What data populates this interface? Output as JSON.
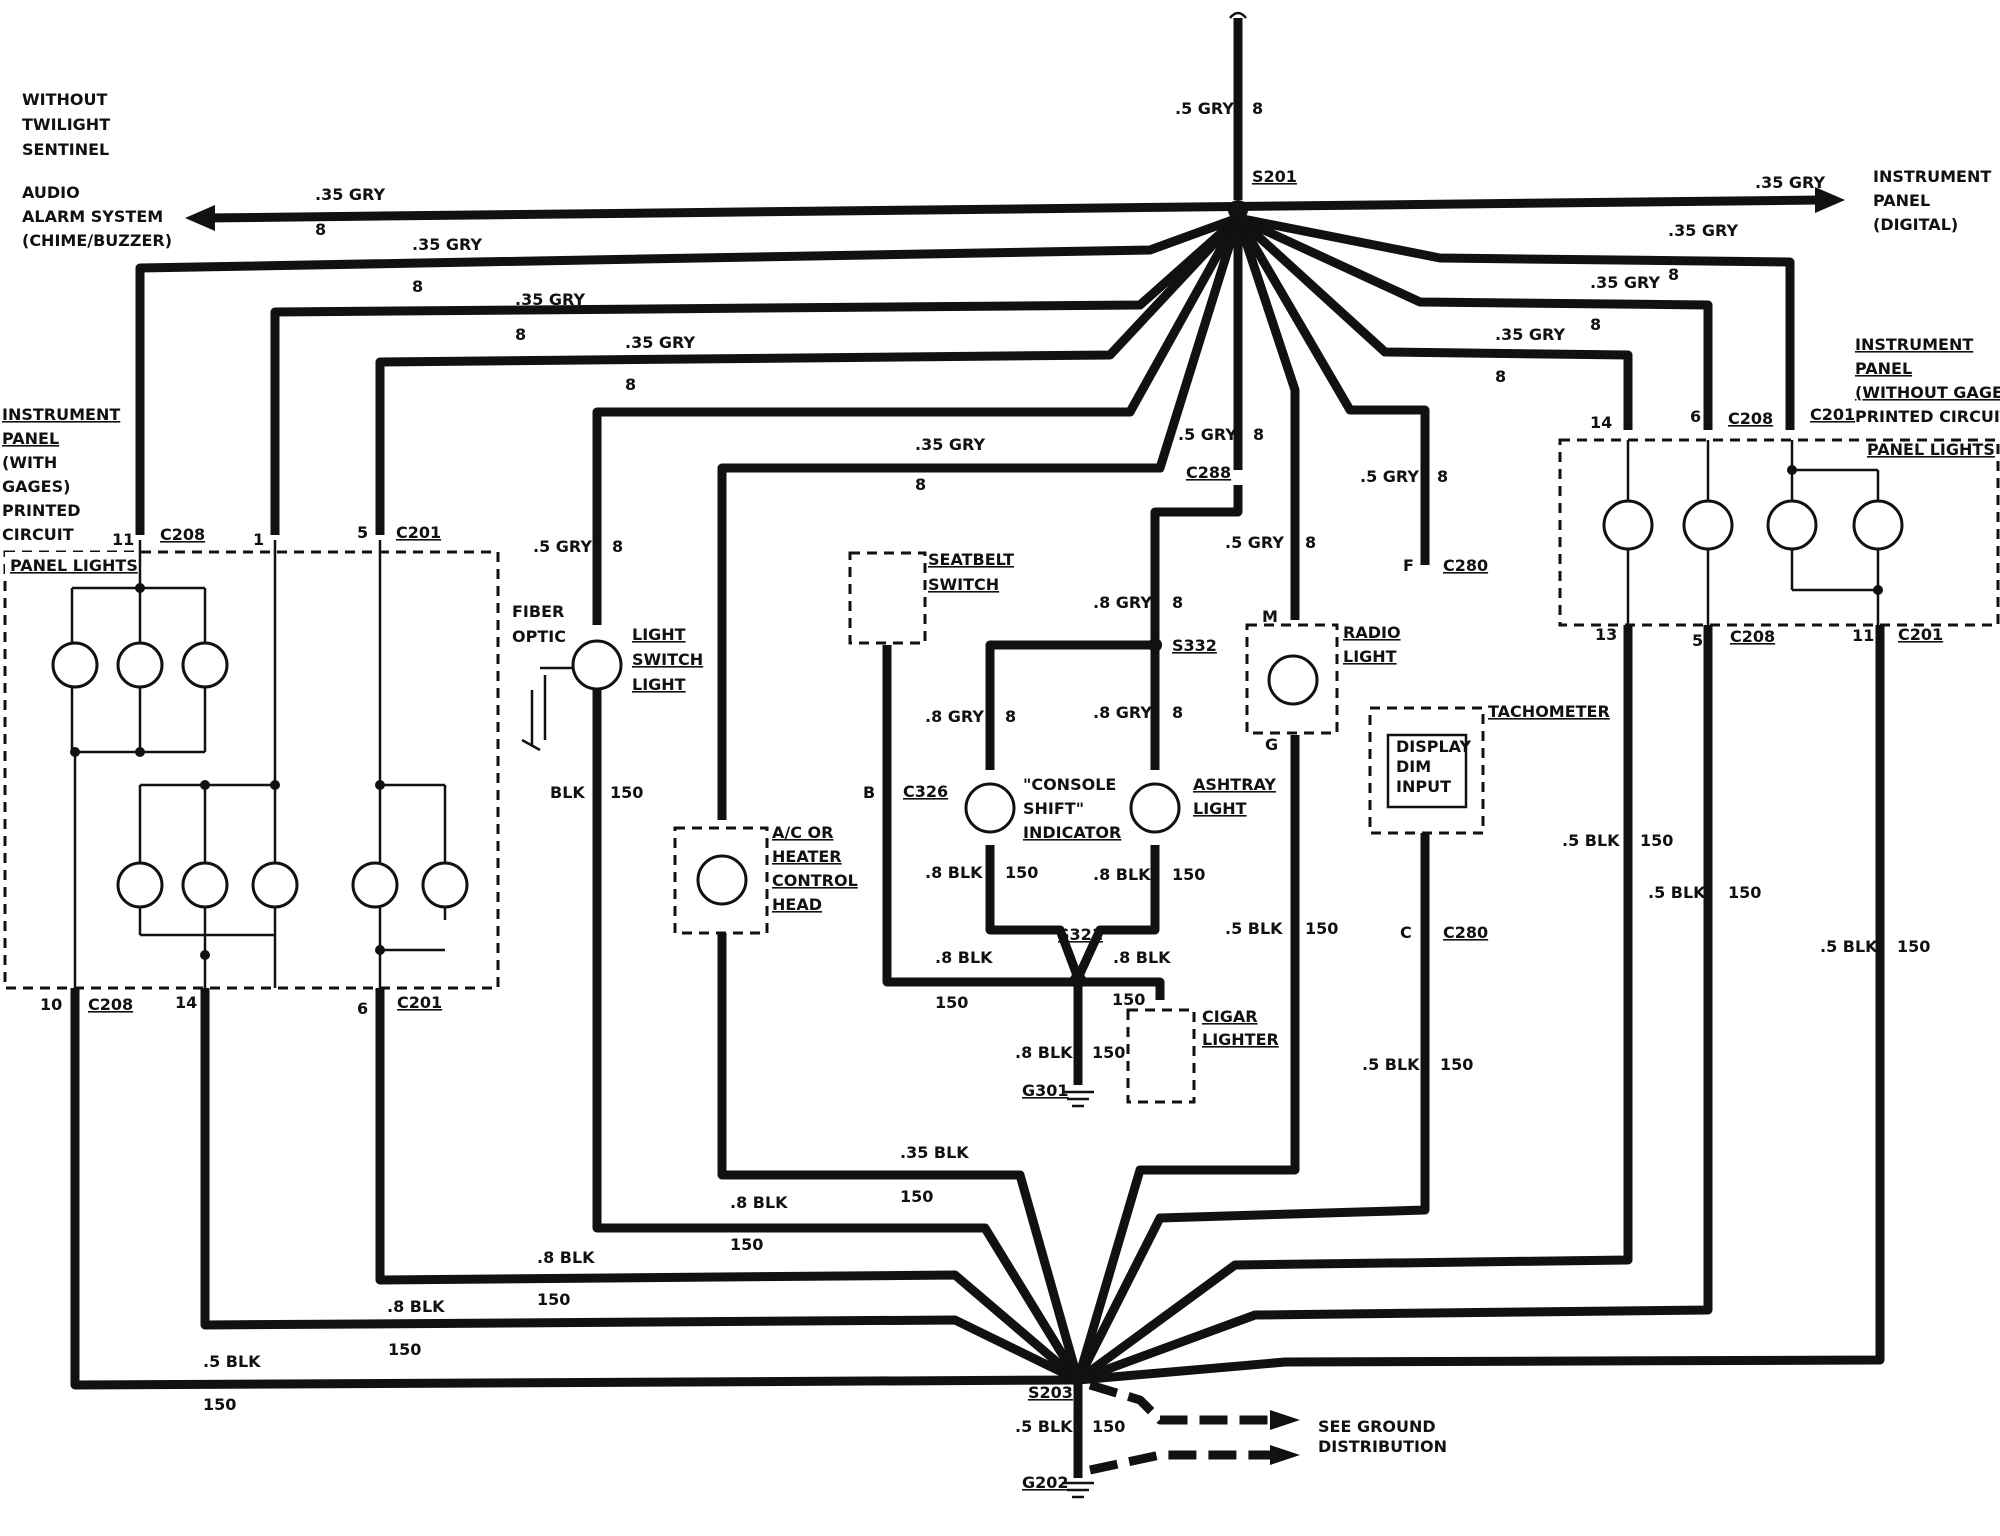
{
  "splices": {
    "s201": "S201",
    "s203": "S203",
    "s332": "S332",
    "s321": "S321"
  },
  "grounds": {
    "g301": "G301",
    "g202": "G202"
  },
  "connectors": {
    "c208": "C208",
    "c201": "C201",
    "c288": "C288",
    "c280": "C280",
    "c326": "C326"
  },
  "pins": {
    "p11": "11",
    "p1": "1",
    "p5": "5",
    "p10": "10",
    "p14": "14",
    "p6": "6",
    "pm": "M",
    "pg": "G",
    "pf": "F",
    "pc": "C",
    "pb": "B",
    "p13": "13"
  },
  "wires": {
    "gry05": ".5 GRY",
    "gry035": ".35 GRY",
    "gry08": ".8 GRY",
    "circ8": "8",
    "blk05": ".5 BLK",
    "blk035": ".35 BLK",
    "blk08": ".8 BLK",
    "blk": "BLK",
    "circ150": "150"
  },
  "labels": {
    "without": "WITHOUT",
    "twilight": "TWILIGHT",
    "sentinel": "SENTINEL",
    "audio": "AUDIO",
    "alarm_system": "ALARM SYSTEM",
    "chime_buzzer": "(CHIME/BUZZER)",
    "ip_digital_1": "INSTRUMENT",
    "ip_digital_2": "PANEL",
    "ip_digital_3": "(DIGITAL)",
    "ip_with_1": "INSTRUMENT",
    "ip_with_2": "PANEL",
    "ip_with_3": "(WITH",
    "ip_with_4": "GAGES)",
    "ip_with_5": "PRINTED",
    "ip_with_6": "CIRCUIT",
    "panel_lights": "PANEL LIGHTS",
    "ip_without_1": "INSTRUMENT",
    "ip_without_2": "PANEL",
    "ip_without_3": "(WITHOUT GAGES)",
    "ip_without_4": "PRINTED CIRCUIT",
    "fiber": "FIBER",
    "optic": "OPTIC",
    "light_switch_1": "LIGHT",
    "light_switch_2": "SWITCH",
    "light_switch_3": "LIGHT",
    "seatbelt_1": "SEATBELT",
    "seatbelt_2": "SWITCH",
    "ac_1": "A/C OR",
    "ac_2": "HEATER",
    "ac_3": "CONTROL",
    "ac_4": "HEAD",
    "console_1": "\"CONSOLE",
    "console_2": "SHIFT\"",
    "console_3": "INDICATOR",
    "ashtray_1": "ASHTRAY",
    "ashtray_2": "LIGHT",
    "radio_1": "RADIO",
    "radio_2": "LIGHT",
    "tach": "TACHOMETER",
    "display_1": "DISPLAY",
    "display_2": "DIM",
    "display_3": "INPUT",
    "cigar_1": "CIGAR",
    "cigar_2": "LIGHTER",
    "see_ground_1": "SEE GROUND",
    "see_ground_2": "DISTRIBUTION"
  }
}
